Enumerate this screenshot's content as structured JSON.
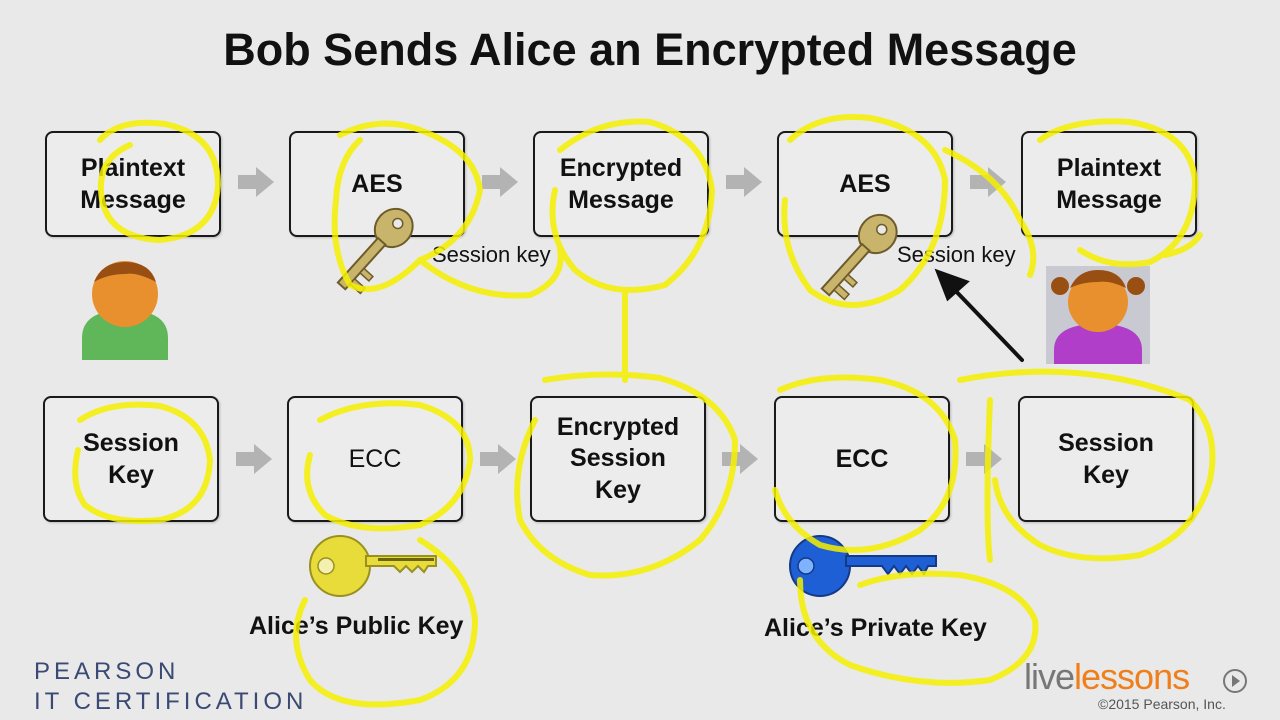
{
  "title": "Bob Sends Alice an Encrypted Message",
  "top_row": [
    {
      "line1": "Plaintext",
      "line2": "Message"
    },
    {
      "line1": "AES",
      "line2": ""
    },
    {
      "line1": "Encrypted",
      "line2": "Message"
    },
    {
      "line1": "AES",
      "line2": ""
    },
    {
      "line1": "Plaintext",
      "line2": "Message"
    }
  ],
  "bottom_row": [
    {
      "line1": "Session",
      "line2": "Key",
      "line3": ""
    },
    {
      "line1": "ECC",
      "line2": "",
      "line3": ""
    },
    {
      "line1": "Encrypted",
      "line2": "Session",
      "line3": "Key"
    },
    {
      "line1": "ECC",
      "line2": "",
      "line3": ""
    },
    {
      "line1": "Session",
      "line2": "Key",
      "line3": ""
    }
  ],
  "labels": {
    "session_key_1": "Session key",
    "session_key_2": "Session key",
    "alice_public_key": "Alice’s Public Key",
    "alice_private_key": "Alice’s Private Key"
  },
  "branding": {
    "pearson_line1": "PEARSON",
    "pearson_line2": "IT CERTIFICATION",
    "live_part1": "live",
    "live_part2": "lessons",
    "copyright": "©2015 Pearson, Inc."
  },
  "colors": {
    "annotation": "#f5f000",
    "arrow_gray": "#b3b3b3",
    "gold_key": "#c8b46a",
    "yellow_key": "#e8dc3a",
    "blue_key": "#1f5fd6",
    "bob_body": "#5fb75a",
    "alice_body": "#b13ec8",
    "face": "#e8902e"
  },
  "icons": [
    "bob-avatar-icon",
    "alice-avatar-icon",
    "gold-key-icon",
    "public-key-icon",
    "private-key-icon",
    "chevron-right-icon"
  ]
}
